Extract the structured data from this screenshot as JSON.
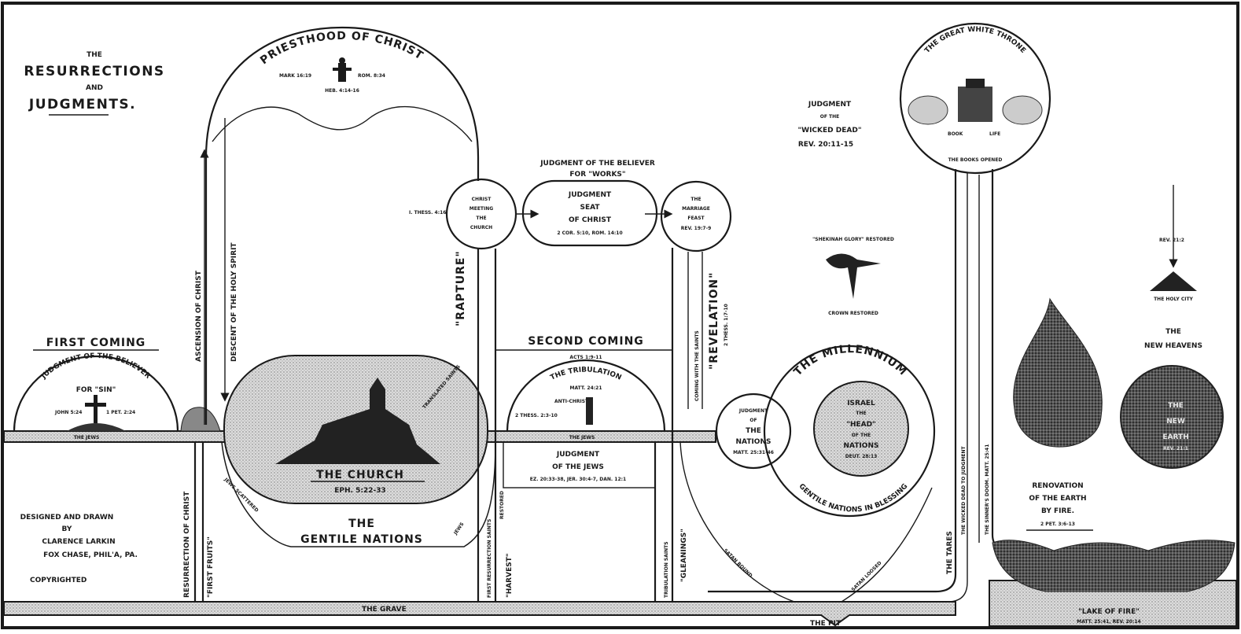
{
  "title": {
    "line1": "The",
    "line2": "Resurrections",
    "line3": "And",
    "line4": "Judgments."
  },
  "priesthood": {
    "label": "Priesthood Of Christ",
    "ref1": "Mark 16:19",
    "ref2": "Rom. 8:34",
    "ref3": "Heb. 4:14-16"
  },
  "ascension": "Ascension Of Christ",
  "descent": "Descent Of The Holy Spirit",
  "first_coming": {
    "label": "First Coming",
    "judgment": "Judgment Of The Believer",
    "for_sin": "For \"Sin\"",
    "ref1": "John 5:24",
    "ref2": "1 Pet. 2:24",
    "jews": "The Jews"
  },
  "church": {
    "label": "The Church",
    "ref": "Eph. 5:22-33",
    "gentiles_1": "The",
    "gentiles_2": "Gentile Nations",
    "jews_scattered": "Jews Scattered",
    "jews_restored": "Jews",
    "translated": "Translated Saints"
  },
  "credits": {
    "line1": "Designed and Drawn",
    "line2": "By",
    "line3": "Clarence Larkin",
    "line4": "Fox Chase, Phil'a, Pa.",
    "line5": "Copyrighted"
  },
  "resurrection_of_christ": "Resurrection Of Christ",
  "first_fruits": "\"First Fruits\"",
  "grave": "The Grave",
  "pit": "The Pit",
  "rapture": {
    "label": "\"Rapture\"",
    "thess": "I. Thess. 4:16",
    "meeting_1": "Christ",
    "meeting_2": "Meeting",
    "meeting_3": "The",
    "meeting_4": "Church"
  },
  "works": {
    "header_1": "Judgment of the Believer",
    "header_2": "For \"Works\"",
    "seat_1": "Judgment",
    "seat_2": "Seat",
    "seat_3": "Of Christ",
    "ref": "2 Cor. 5:10, Rom. 14:10"
  },
  "feast": {
    "line1": "The",
    "line2": "Marriage",
    "line3": "Feast",
    "ref": "Rev. 19:7-9"
  },
  "first_resurrection": "First Resurrection Saints",
  "harvest": "\"Harvest\"",
  "restored": "Restored",
  "second_coming": {
    "label": "Second Coming",
    "ref": "Acts 1:9-11"
  },
  "tribulation": {
    "label": "The Tribulation",
    "ref": "Matt. 24:21",
    "antichrist": "Anti-Christ",
    "thess": "2 Thess. 2:3-10"
  },
  "jews_band": "The Jews",
  "judgment_jews": {
    "line1": "Judgment",
    "line2": "Of The Jews",
    "ref": "Ez. 20:33-38, Jer. 30:4-7, Dan. 12:1"
  },
  "tribulation_saints": "Tribulation Saints",
  "gleanings": "\"Gleanings\"",
  "coming_with_saints": "Coming With The Saints",
  "revelation": {
    "label": "\"Revelation\"",
    "ref": "2 Thess. 1:7-10"
  },
  "nations": {
    "line1": "Judgment",
    "line2": "Of",
    "line3": "The",
    "line4": "Nations",
    "ref": "Matt. 25:31-46"
  },
  "millennium": {
    "label": "The Millennium",
    "blessing": "Gentile Nations In Blessing",
    "israel_1": "Israel",
    "israel_2": "The",
    "israel_3": "\"Head\"",
    "israel_4": "Of The",
    "israel_5": "Nations",
    "israel_ref": "Deut. 28:13"
  },
  "satan_bound": "Satan Bound",
  "satan_loosed": "Satan Loosed",
  "wicked_dead": {
    "line1": "Judgment",
    "line2": "Of The",
    "line3": "\"Wicked Dead\"",
    "ref": "Rev. 20:11-15"
  },
  "crown": {
    "top": "\"Shekinah Glory\" Restored",
    "bottom": "Crown Restored"
  },
  "throne": {
    "label": "The Great White Throne",
    "book": "Book",
    "life": "Life",
    "opened": "The Books Opened"
  },
  "wicked_to_judgment": "The Wicked Dead To Judgment",
  "sinners_doom": "The Sinner's Doom. Matt. 25:41",
  "tares": "The Tares",
  "new_heavens": {
    "ref": "Rev. 21:2",
    "city": "The Holy City",
    "line1": "The",
    "line2": "New Heavens"
  },
  "new_earth": {
    "line1": "The",
    "line2": "New",
    "line3": "Earth",
    "ref": "Rev. 21:1"
  },
  "renovation": {
    "line1": "Renovation",
    "line2": "Of The Earth",
    "line3": "By Fire.",
    "ref": "2 Pet. 3:6-13"
  },
  "lake_of_fire": {
    "label": "\"Lake Of Fire\"",
    "ref": "Matt. 25:41, Rev. 20:14"
  }
}
